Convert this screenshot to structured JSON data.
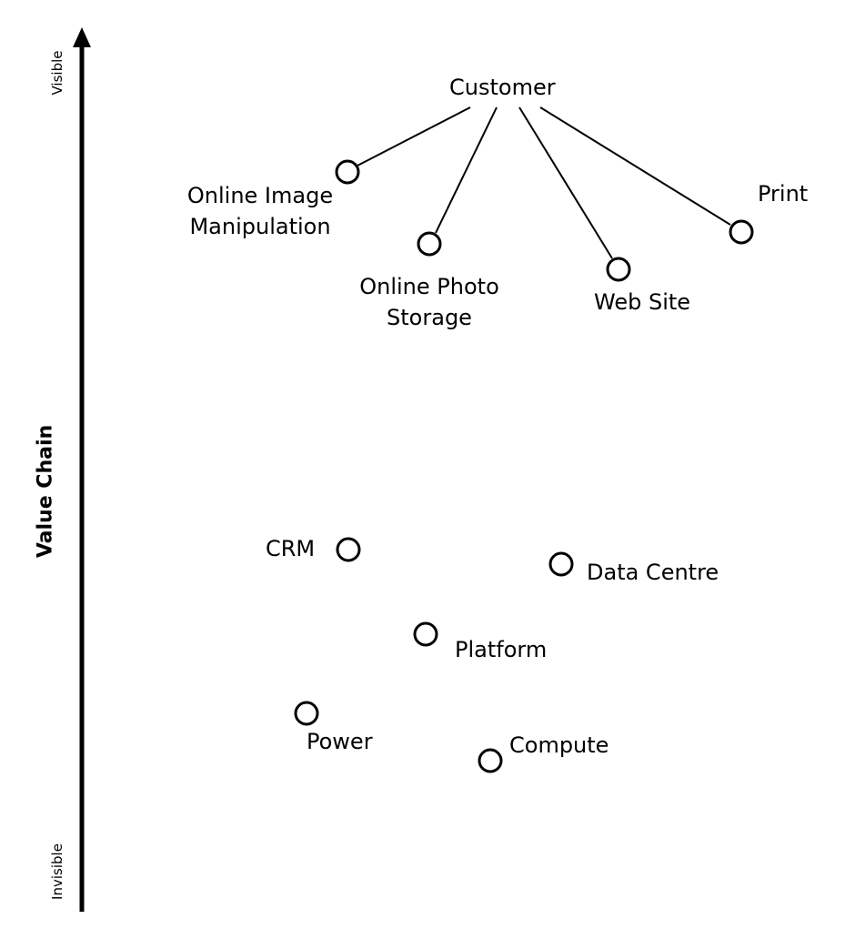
{
  "axis": {
    "label": "Value Chain",
    "top_label": "Visible",
    "bottom_label": "Invisible"
  },
  "root": {
    "label": "Customer"
  },
  "components": [
    {
      "id": "online-image-manipulation",
      "lines": [
        "Online Image",
        "Manipulation"
      ]
    },
    {
      "id": "online-photo-storage",
      "lines": [
        "Online Photo",
        "Storage"
      ]
    },
    {
      "id": "web-site",
      "lines": [
        "Web Site"
      ]
    },
    {
      "id": "print",
      "lines": [
        "Print"
      ]
    },
    {
      "id": "crm",
      "lines": [
        "CRM"
      ]
    },
    {
      "id": "data-centre",
      "lines": [
        "Data Centre"
      ]
    },
    {
      "id": "platform",
      "lines": [
        "Platform"
      ]
    },
    {
      "id": "power",
      "lines": [
        "Power"
      ]
    },
    {
      "id": "compute",
      "lines": [
        "Compute"
      ]
    }
  ],
  "links": [
    {
      "from": "customer",
      "to": "online-image-manipulation"
    },
    {
      "from": "customer",
      "to": "online-photo-storage"
    },
    {
      "from": "customer",
      "to": "web-site"
    },
    {
      "from": "customer",
      "to": "print"
    }
  ]
}
